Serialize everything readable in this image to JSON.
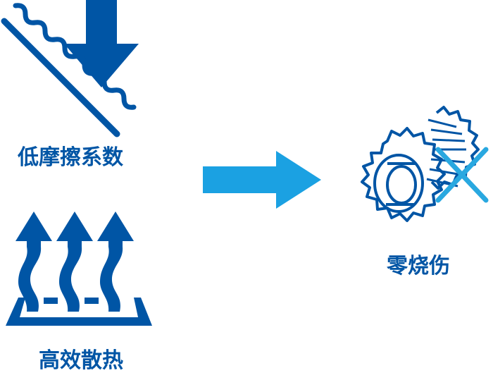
{
  "colors": {
    "primary": "#0055A5",
    "arrow": "#1BA1E2",
    "mark": "#29A8E0"
  },
  "left": {
    "friction": {
      "label": "低摩擦系数",
      "icon": "low-friction-icon"
    },
    "heat": {
      "label": "高效散热",
      "icon": "heat-dissipation-icon"
    }
  },
  "flow": {
    "icon": "right-arrow-icon"
  },
  "right": {
    "result": {
      "label": "零烧伤",
      "icon": "gear-no-burn-icon",
      "mark_icon": "cross-mark-icon"
    }
  }
}
